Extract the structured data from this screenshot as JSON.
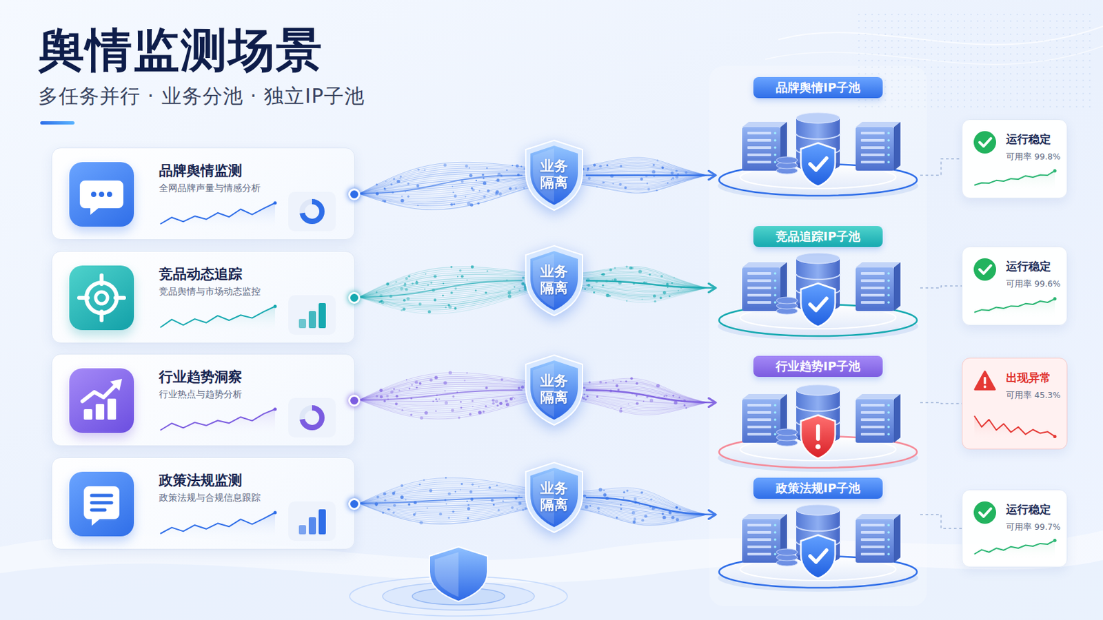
{
  "diagram": {
    "title": "舆情监测场景",
    "caption": "多任务并行 · 业务分池 · 独立IP子池",
    "nodes": [
      {
        "text": [
          "品牌舆情监测",
          "全网品牌声量与情感分析"
        ]
      },
      {
        "text": [
          "业务隔离"
        ]
      },
      {
        "text": [
          "品牌舆情IP子池"
        ]
      },
      {
        "text": [
          "运行稳定",
          "可用率 99.8%"
        ]
      },
      {
        "text": [
          "竞品动态追踪",
          "竞品舆情与市场动态监控"
        ]
      },
      {
        "text": [
          "业务隔离"
        ]
      },
      {
        "text": [
          "竞品追踪IP子池"
        ]
      },
      {
        "text": [
          "运行稳定",
          "可用率 99.6%"
        ]
      },
      {
        "text": [
          "行业趋势洞察",
          "行业热点与趋势分析"
        ]
      },
      {
        "text": [
          "业务隔离"
        ]
      },
      {
        "text": [
          "行业趋势IP子池"
        ]
      },
      {
        "text": [
          "出现异常",
          "可用率 45.3%"
        ]
      },
      {
        "text": [
          "政策法规监测",
          "政策法规与合规信息跟踪"
        ]
      },
      {
        "text": [
          "业务隔离"
        ]
      },
      {
        "text": [
          "政策法规IP子池"
        ]
      },
      {
        "text": [
          "运行稳定",
          "可用率 99.7%"
        ]
      }
    ],
    "edges": [
      {
        "from": 0,
        "to": 1,
        "arrow": "none"
      },
      {
        "from": 1,
        "to": 2,
        "arrow": "to"
      },
      {
        "from": 2,
        "to": 3,
        "arrow": "none"
      },
      {
        "from": 4,
        "to": 5,
        "arrow": "none"
      },
      {
        "from": 5,
        "to": 6,
        "arrow": "to"
      },
      {
        "from": 6,
        "to": 7,
        "arrow": "none"
      },
      {
        "from": 8,
        "to": 9,
        "arrow": "none"
      },
      {
        "from": 9,
        "to": 10,
        "arrow": "to"
      },
      {
        "from": 10,
        "to": 11,
        "arrow": "none"
      },
      {
        "from": 12,
        "to": 13,
        "arrow": "none"
      },
      {
        "from": 13,
        "to": 14,
        "arrow": "to"
      },
      {
        "from": 14,
        "to": 15,
        "arrow": "none"
      }
    ]
  }
}
